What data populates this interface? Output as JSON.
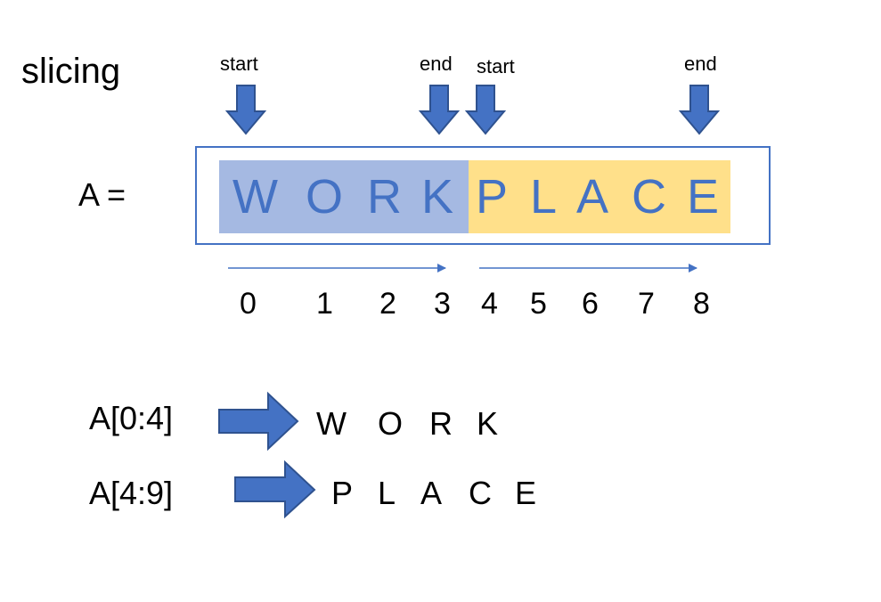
{
  "title": "slicing",
  "pointer_labels": [
    "start",
    "end",
    "start",
    "end"
  ],
  "array_label": "A =",
  "letters": [
    "W",
    "O",
    "R",
    "K",
    "P",
    "L",
    "A",
    "C",
    "E"
  ],
  "indices": [
    "0",
    "1",
    "2",
    "3",
    "4",
    "5",
    "6",
    "7",
    "8"
  ],
  "results": [
    {
      "expr": "A[0:4]",
      "letters": [
        "W",
        "O",
        "R",
        "K"
      ]
    },
    {
      "expr": "A[4:9]",
      "letters": [
        "P",
        "L",
        "A",
        "C",
        "E"
      ]
    }
  ],
  "colors": {
    "accent": "#4472c4",
    "arrow_fill": "#4472c4",
    "arrow_stroke": "#2f528f",
    "highlight_1": "#a5b9e2",
    "highlight_2": "#ffe08a"
  }
}
